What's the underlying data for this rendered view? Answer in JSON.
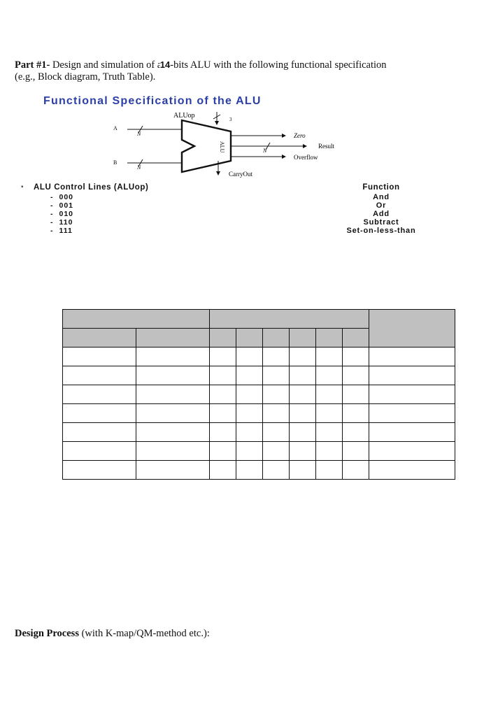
{
  "part": {
    "label": "Part #1-",
    "text_before": " Design and simulation of ",
    "cut_char": "a",
    "bits": "14",
    "text_after": "-bits ALU with the following functional specification",
    "line2": "(e.g., Block diagram, Truth Table)."
  },
  "spec_title": "Functional Specification of the ALU",
  "diagram": {
    "aluop_label": "ALUop",
    "aluop_width": "3",
    "input_a": "A",
    "input_b": "B",
    "width_n": "N",
    "alu_label": "ALU",
    "out_zero": "Zero",
    "out_result": "Result",
    "out_overflow": "Overflow",
    "carry_out": "CarryOut",
    "colors": {
      "accent_title": "#2b3fa6",
      "line": "#111111"
    }
  },
  "control_lines": {
    "bullet": "▪",
    "heading": "ALU Control Lines (ALUop)",
    "codes": [
      "000",
      "001",
      "010",
      "110",
      "111"
    ]
  },
  "functions": {
    "heading": "Function",
    "items": [
      "And",
      "Or",
      "Add",
      "Subtract",
      "Set-on-less-than"
    ]
  },
  "table": {
    "header_fill": "#c0c0c0",
    "empty_rows": 7
  },
  "design": {
    "label": "Design Process",
    "rest": " (with K-map/QM-method etc.):"
  }
}
